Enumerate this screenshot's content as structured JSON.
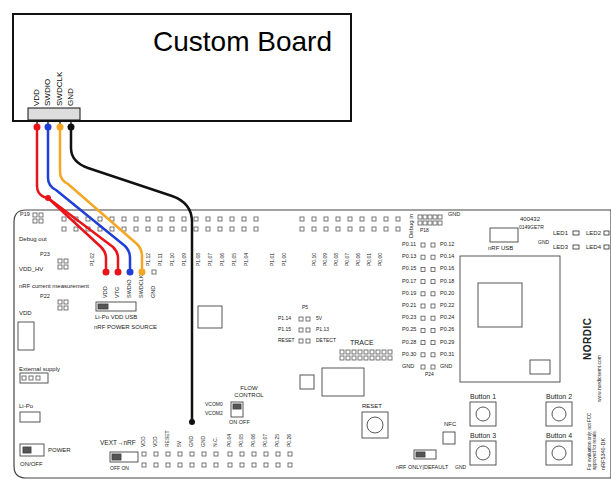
{
  "diagram": {
    "nodes": [
      {
        "text": [
          "Custom Board"
        ]
      }
    ],
    "labels": [
      "VDD",
      "SWDIO",
      "SWDCLK",
      "GND",
      "P19",
      "Debug out",
      "P23",
      "VDD_HV",
      "nRF current measurement",
      "P22",
      "VDD",
      "External supply",
      "Li-Po",
      "POWER",
      "ON/OFF",
      "Li-Po VDD USB",
      "nRF POWER SOURCE",
      "VDD",
      "VTG",
      "SWDIO",
      "SWDCLK",
      "GND",
      "P1.02",
      "P1.12",
      "P1.11",
      "P1.10",
      "P1.09",
      "P1.08",
      "P1.07",
      "P1.06",
      "P1.05",
      "P1.04",
      "P1.01",
      "P1.00",
      "P0.10",
      "P0.09",
      "P0.08",
      "P0.07",
      "P0.06",
      "P0.01",
      "P0.00",
      "GND",
      "Debug in",
      "P18",
      "nRF USB",
      "400432",
      "0149GE7R",
      "GND",
      "LED1",
      "LED2",
      "LED3",
      "LED4",
      "P0.11",
      "P0.13",
      "P0.15",
      "P0.17",
      "P0.19",
      "P0.21",
      "P0.23",
      "P0.25",
      "P0.28",
      "P0.30",
      "GND",
      "P0.12",
      "P0.14",
      "P0.16",
      "P0.18",
      "P0.20",
      "P0.22",
      "P0.24",
      "P0.26",
      "P0.29",
      "P0.31",
      "GND",
      "P24",
      "TRACE",
      "P5",
      "P1.14",
      "P1.15",
      "RESET",
      "5V",
      "P1.13",
      "DETECT",
      "FLOW CONTROL",
      "VCOM0",
      "VCOM2",
      "ON OFF",
      "VEXT→nRF",
      "OFF ON",
      "VDD",
      "VDD",
      "RESET",
      "5V",
      "GND",
      "GND",
      "N.C.",
      "P0.04",
      "P0.05",
      "P0.06",
      "P0.07",
      "P0.25",
      "P0.26",
      "RESET",
      "NFC",
      "nRF ONLY|DEFAULT",
      "GND",
      "Button 1",
      "Button 2",
      "Button 3",
      "Button 4",
      "NORDIC",
      "www.nordicsemi.com",
      "For evaluation only; not FCC approved for resale.",
      "nRF5340-DK"
    ]
  }
}
